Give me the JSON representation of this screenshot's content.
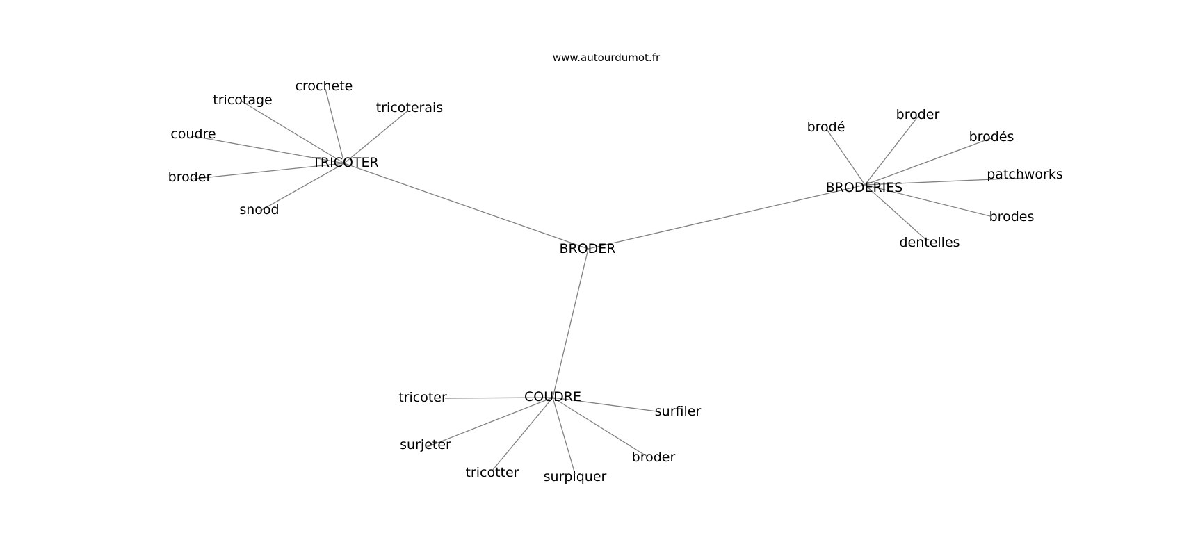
{
  "source_label": "www.autourdumot.fr",
  "center": "BRODER",
  "groups": [
    {
      "hub": "TRICOTER",
      "leaves": [
        "crochete",
        "tricotage",
        "tricoterais",
        "coudre",
        "broder",
        "snood"
      ]
    },
    {
      "hub": "BRODERIES",
      "leaves": [
        "brodé",
        "broder",
        "brodés",
        "patchworks",
        "brodes",
        "dentelles"
      ]
    },
    {
      "hub": "COUDRE",
      "leaves": [
        "tricoter",
        "surfiler",
        "surjeter",
        "broder",
        "tricotter",
        "surpiquer"
      ]
    }
  ],
  "colors": {
    "edge": "#808080",
    "text": "#000000",
    "background": "#ffffff"
  }
}
